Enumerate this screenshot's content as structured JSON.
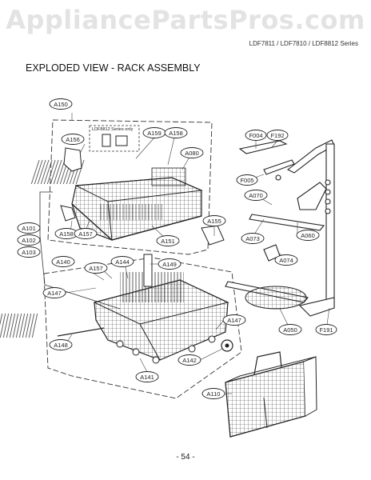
{
  "watermark": "AppliancePartsPros.com",
  "series": "LDF7811 / LDF7810 / LDF8812 Series",
  "title": "EXPLODED VIEW - RACK ASSEMBLY",
  "note": "LDF8812 Series only",
  "page_number": "- 54 -",
  "parts": {
    "A150": "A150",
    "A156": "A156",
    "A159": "A159",
    "A158": "A158",
    "A080": "A080",
    "A101": "A101",
    "A102": "A102",
    "A103": "A103",
    "A157": "A157",
    "A155": "A155",
    "A151": "A151",
    "A140": "A140",
    "A144": "A144",
    "A149": "A149",
    "A147": "A147",
    "A148": "A148",
    "A141": "A141",
    "A142": "A142",
    "A110": "A110",
    "F004": "F004",
    "F192": "F192",
    "F005": "F005",
    "A070": "A070",
    "A073": "A073",
    "A060": "A060",
    "A074": "A074",
    "A050": "A050",
    "F191": "F191"
  }
}
